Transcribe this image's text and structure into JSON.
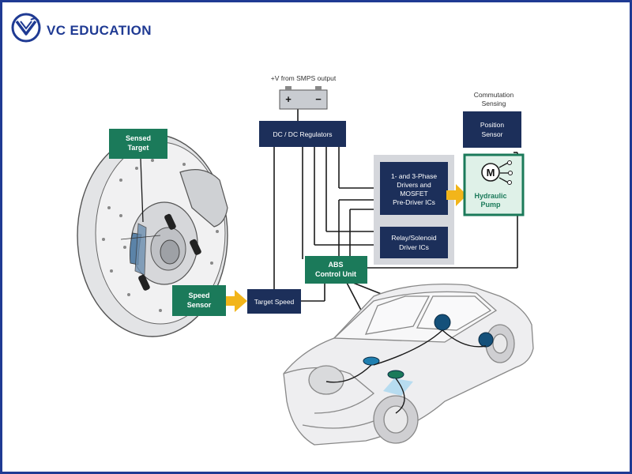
{
  "brand": {
    "name": "VC EDUCATION",
    "logo_icon": "vc-education-logo-icon"
  },
  "diagram": {
    "labels": {
      "smps": "+V from SMPS output",
      "battery_plus": "+",
      "battery_minus": "−",
      "commutation": [
        "Commutation",
        "Sensing"
      ],
      "dc_dc": "DC / DC Regulators",
      "position_sensor": [
        "Position",
        "Sensor"
      ],
      "motor": "M",
      "hydraulic_pump": [
        "Hydraulic",
        "Pump"
      ],
      "drivers": [
        "1- and 3-Phase",
        "Drivers and",
        "MOSFET",
        "Pre-Driver ICs"
      ],
      "relay": [
        "Relay/Solenoid",
        "Driver ICs"
      ],
      "abs": [
        "ABS",
        "Control Unit"
      ],
      "sensed_target": [
        "Sensed",
        "Target"
      ],
      "speed_sensor": [
        "Speed",
        "Sensor"
      ],
      "target_speed": "Target Speed"
    },
    "colors": {
      "navy": "#1c2f5a",
      "green": "#1b7a5a",
      "pump_bg": "#dff1e8",
      "gray_panel": "#d5d7dc",
      "arrow": "#f2b51a",
      "brand": "#1f3a93",
      "wire": "#1a1a1a"
    }
  }
}
